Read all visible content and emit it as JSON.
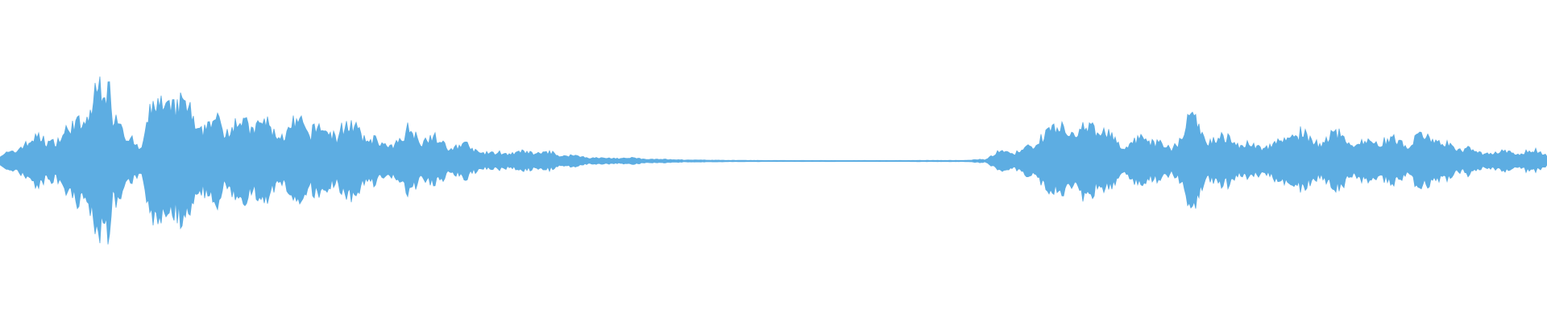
{
  "waveform": {
    "color": "#5DADE2",
    "background": "#FFFFFF",
    "duration_fraction_silent_start": 0.39,
    "duration_fraction_silent_end": 0.63,
    "envelope": [
      0.1,
      0.09,
      0.35,
      0.3,
      0.42,
      0.55,
      0.7,
      0.95,
      0.28,
      0.2,
      1.0,
      0.9,
      0.72,
      0.38,
      0.48,
      0.45,
      0.5,
      0.62,
      0.42,
      0.5,
      0.44,
      0.3,
      0.45,
      0.38,
      0.34,
      0.24,
      0.4,
      0.33,
      0.22,
      0.18,
      0.2,
      0.12,
      0.15,
      0.1,
      0.12,
      0.09,
      0.08,
      0.06,
      0.05,
      0.05,
      0.04,
      0.03,
      0.02,
      0.015,
      0.01,
      0.01,
      0.008,
      0.007,
      0.006,
      0.006,
      0.005,
      0.005,
      0.005,
      0.005,
      0.005,
      0.005,
      0.005,
      0.005,
      0.005,
      0.006,
      0.006,
      0.006,
      0.008,
      0.02,
      0.1,
      0.12,
      0.2,
      0.55,
      0.48,
      0.3,
      0.52,
      0.28,
      0.2,
      0.3,
      0.34,
      0.16,
      0.52,
      0.36,
      0.25,
      0.28,
      0.22,
      0.26,
      0.3,
      0.4,
      0.2,
      0.32,
      0.28,
      0.26,
      0.34,
      0.3,
      0.22,
      0.3,
      0.28,
      0.14,
      0.2,
      0.12,
      0.14,
      0.1,
      0.12,
      0.09
    ]
  }
}
